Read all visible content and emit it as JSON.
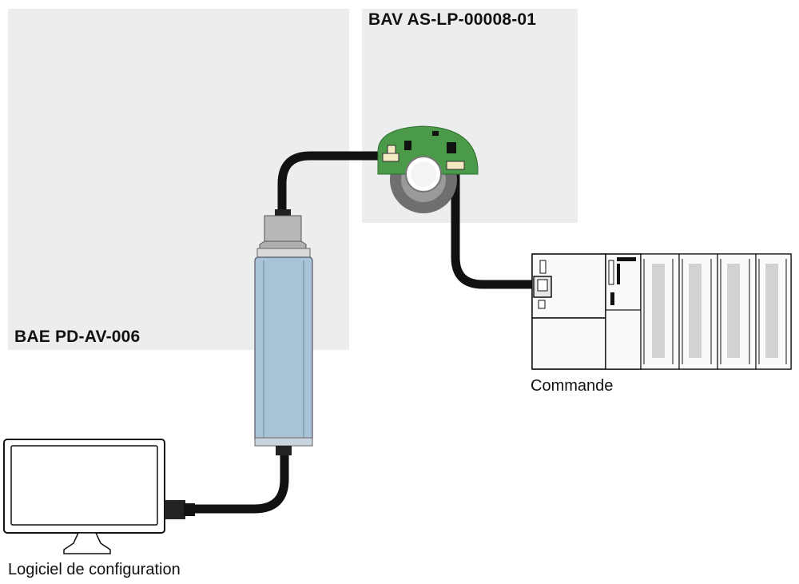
{
  "labels": {
    "bae": "BAE PD-AV-006",
    "bav": "BAV AS-LP-00008-01",
    "commande": "Commande",
    "logiciel": "Logiciel de configuration"
  },
  "colors": {
    "panel": "#eceeee",
    "cable": "#111111",
    "pcb": "#4a9a4a",
    "stick_body": "#a9c3d6",
    "stick_cap": "#b5b5b5",
    "ring_dark": "#6e6e6e"
  },
  "icons": [
    "monitor-icon",
    "usb-stick-icon",
    "sensor-board-icon",
    "plc-controller-icon"
  ]
}
